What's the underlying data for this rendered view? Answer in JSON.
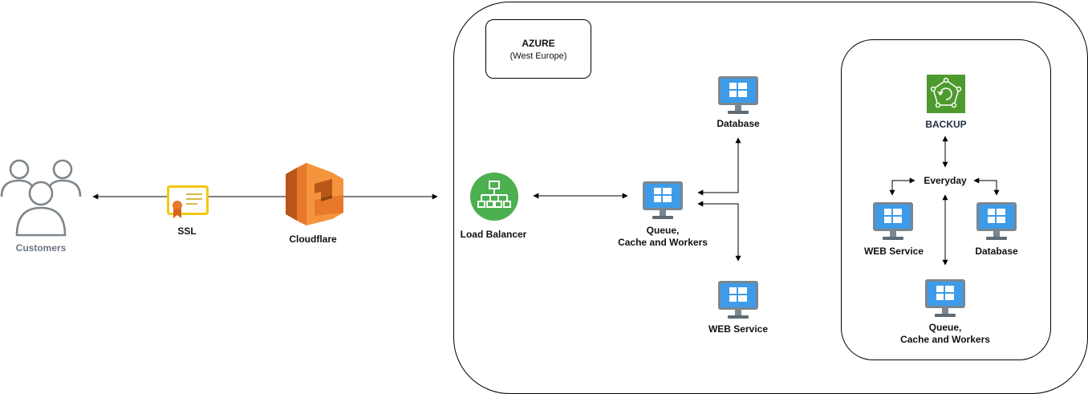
{
  "customers": {
    "label": "Customers",
    "icon": "users-icon"
  },
  "ssl": {
    "label": "SSL",
    "icon": "certificate-icon"
  },
  "cloudflare": {
    "label": "Cloudflare",
    "icon": "cloudflare-icon"
  },
  "azure": {
    "title": "AZURE",
    "region": "(West Europe)"
  },
  "main": {
    "load_balancer": "Load Balancer",
    "queue": "Queue,\nCache and Workers",
    "database": "Database",
    "web_service": "WEB Service"
  },
  "backup_group": {
    "backup": "BACKUP",
    "everyday": "Everyday",
    "web_service": "WEB Service",
    "database": "Database",
    "queue": "Queue,\nCache and Workers"
  },
  "colors": {
    "windows_blue": "#3d9be9",
    "monitor_grey": "#7a8791",
    "load_balancer_green": "#4caf50",
    "backup_green": "#4e9a2e",
    "cloudflare_orange": "#e8782a",
    "ssl_gold": "#f2c811"
  }
}
